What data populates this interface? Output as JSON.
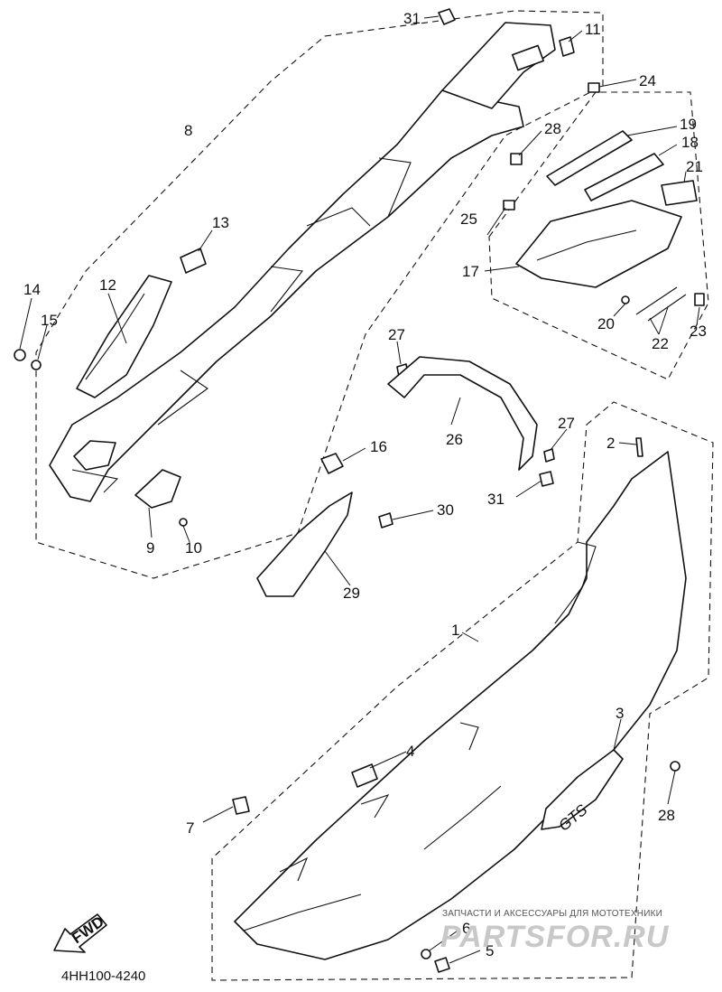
{
  "diagram": {
    "code": "4HH100-4240",
    "fwd_label": "FWD",
    "watermark_caption": "ЗАПЧАСТИ И АКСЕССУАРЫ ДЛЯ МОТОТЕХНИКИ",
    "watermark_brand": "PARTSFOR.RU",
    "emblem_text": "GTS",
    "callouts": [
      {
        "id": "c31a",
        "label": "31"
      },
      {
        "id": "c11",
        "label": "11"
      },
      {
        "id": "c24",
        "label": "24"
      },
      {
        "id": "c8",
        "label": "8"
      },
      {
        "id": "c28a",
        "label": "28"
      },
      {
        "id": "c19",
        "label": "19"
      },
      {
        "id": "c18",
        "label": "18"
      },
      {
        "id": "c21",
        "label": "21"
      },
      {
        "id": "c25",
        "label": "25"
      },
      {
        "id": "c13",
        "label": "13"
      },
      {
        "id": "c17",
        "label": "17"
      },
      {
        "id": "c14",
        "label": "14"
      },
      {
        "id": "c12",
        "label": "12"
      },
      {
        "id": "c15",
        "label": "15"
      },
      {
        "id": "c20",
        "label": "20"
      },
      {
        "id": "c22",
        "label": "22"
      },
      {
        "id": "c23",
        "label": "23"
      },
      {
        "id": "c27a",
        "label": "27"
      },
      {
        "id": "c16",
        "label": "16"
      },
      {
        "id": "c26",
        "label": "26"
      },
      {
        "id": "c27b",
        "label": "27"
      },
      {
        "id": "c2",
        "label": "2"
      },
      {
        "id": "c31b",
        "label": "31"
      },
      {
        "id": "c30",
        "label": "30"
      },
      {
        "id": "c9",
        "label": "9"
      },
      {
        "id": "c10",
        "label": "10"
      },
      {
        "id": "c29",
        "label": "29"
      },
      {
        "id": "c1",
        "label": "1"
      },
      {
        "id": "c3",
        "label": "3"
      },
      {
        "id": "c4",
        "label": "4"
      },
      {
        "id": "c7",
        "label": "7"
      },
      {
        "id": "c28b",
        "label": "28"
      },
      {
        "id": "c6",
        "label": "6"
      },
      {
        "id": "c5",
        "label": "5"
      }
    ]
  }
}
